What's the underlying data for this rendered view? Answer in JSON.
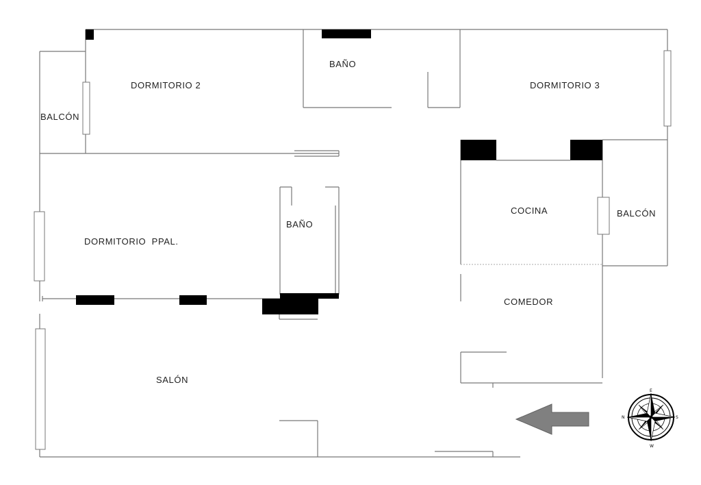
{
  "rooms": {
    "dormitorio_2": "DORMITORIO 2",
    "bano_top": "BAÑO",
    "dormitorio_3": "DORMITORIO 3",
    "balcon_left": "BALCÓN",
    "dormitorio_ppal": "DORMITORIO  PPAL.",
    "bano_mid": "BAÑO",
    "cocina": "COCINA",
    "balcon_right": "BALCÓN",
    "comedor": "COMEDOR",
    "salon": "SALÓN"
  },
  "compass": {
    "north": "N",
    "south": "S",
    "east": "E",
    "west": "W"
  },
  "colors": {
    "wall": "#777777",
    "column": "#000000",
    "arrow": "#808080"
  },
  "icons": {
    "entrance": "entrance-arrow-icon",
    "compass": "compass-rose-icon"
  }
}
